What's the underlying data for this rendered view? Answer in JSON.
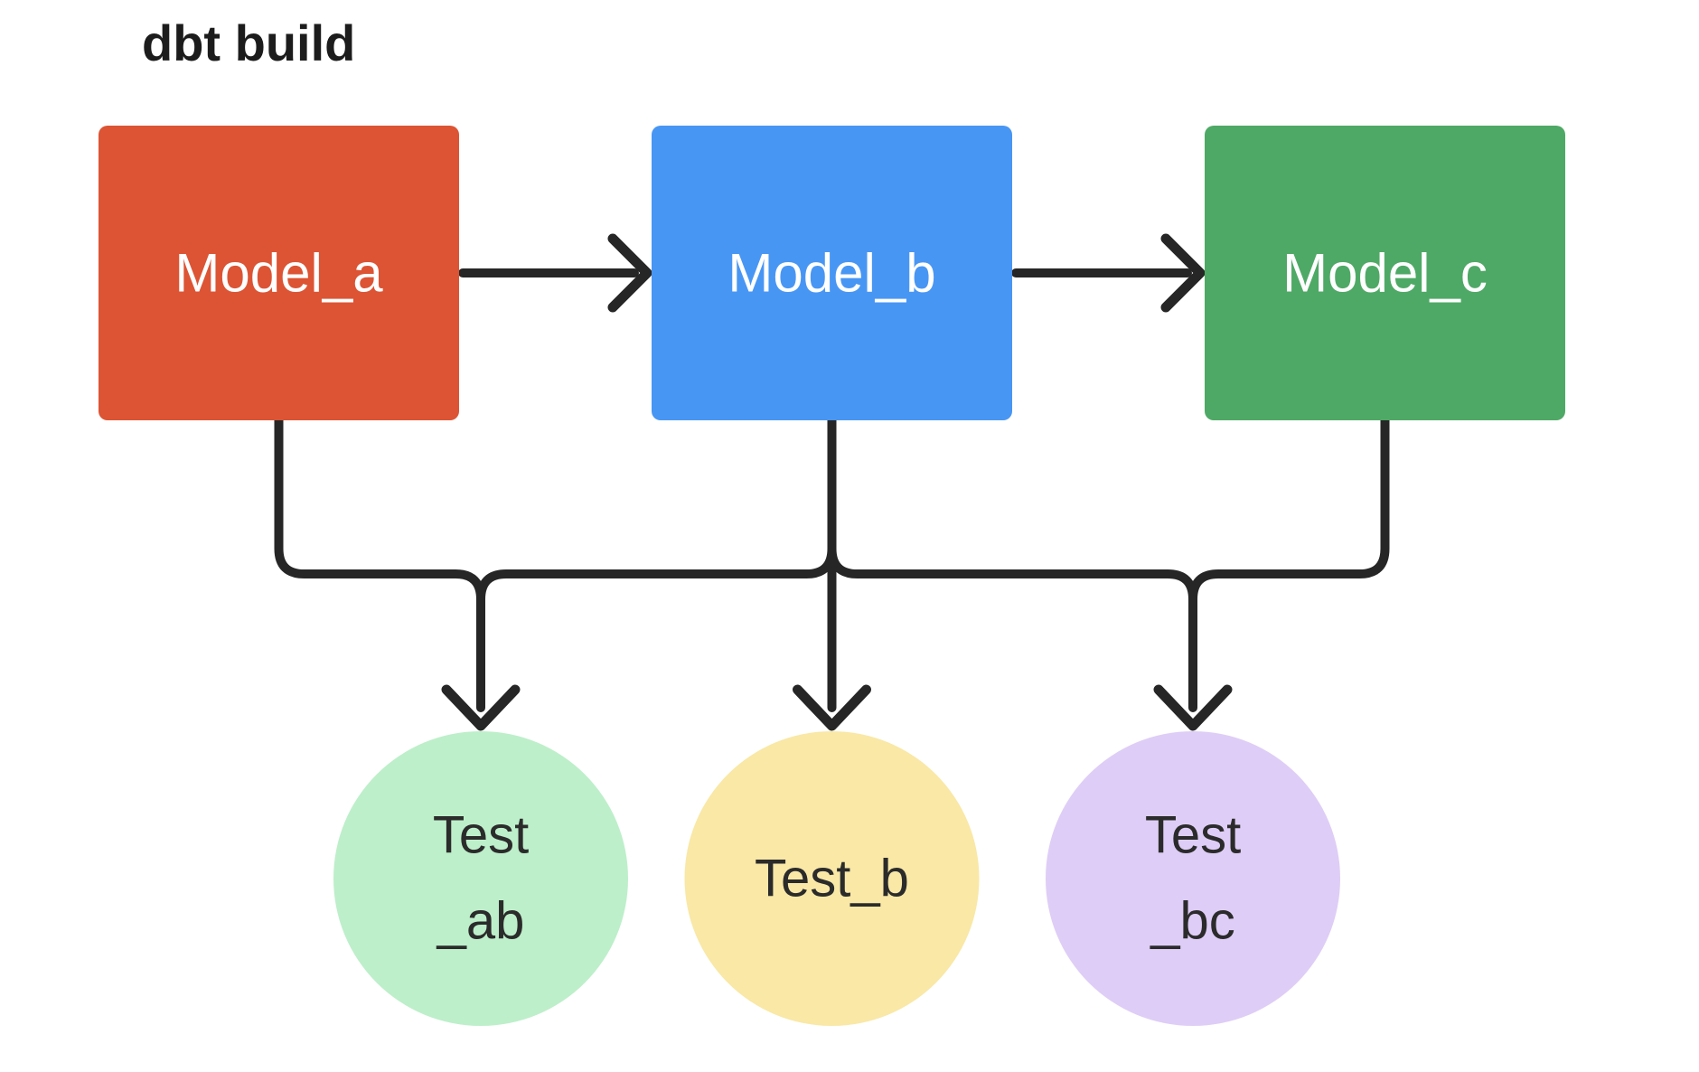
{
  "title": "dbt build",
  "colors": {
    "background": "#ffffff",
    "line": "#262626",
    "title_text": "#1c1c1c",
    "model_text": "#ffffff",
    "test_text": "#2b2b2b"
  },
  "models": [
    {
      "id": "model_a",
      "label": "Model_a",
      "color": "#dc5434"
    },
    {
      "id": "model_b",
      "label": "Model_b",
      "color": "#4896f4"
    },
    {
      "id": "model_c",
      "label": "Model_c",
      "color": "#4fa966"
    }
  ],
  "tests": [
    {
      "id": "test_ab",
      "label": "Test _ab",
      "line1": "Test",
      "line2": "_ab",
      "color": "#bdefca"
    },
    {
      "id": "test_b",
      "label": "Test_b",
      "line1": "Test_b",
      "line2": "",
      "color": "#f9e8a6"
    },
    {
      "id": "test_bc",
      "label": "Test _bc",
      "line1": "Test",
      "line2": "_bc",
      "color": "#decdf6"
    }
  ],
  "edges": [
    {
      "from": "Model_a",
      "to": "Model_b"
    },
    {
      "from": "Model_b",
      "to": "Model_c"
    },
    {
      "from": "Model_a",
      "to": "Test _ab"
    },
    {
      "from": "Model_b",
      "to": "Test _ab"
    },
    {
      "from": "Model_b",
      "to": "Test_b"
    },
    {
      "from": "Model_b",
      "to": "Test _bc"
    },
    {
      "from": "Model_c",
      "to": "Test _bc"
    }
  ]
}
